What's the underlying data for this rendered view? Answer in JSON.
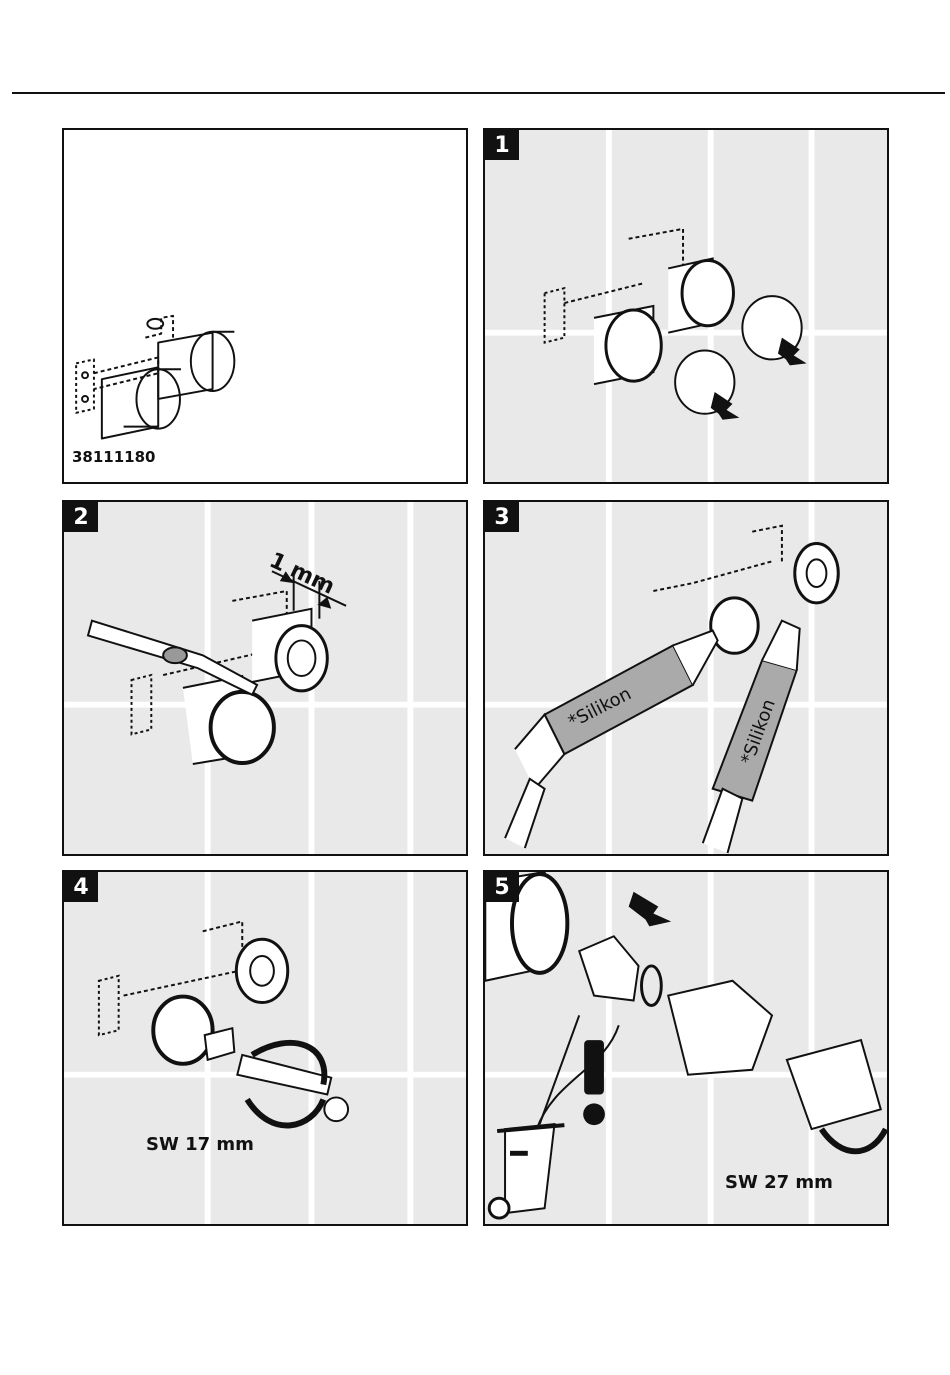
{
  "intro": {
    "part_number": "38111180"
  },
  "steps": [
    {
      "number": "1"
    },
    {
      "number": "2",
      "gap_label": "1 mm"
    },
    {
      "number": "3",
      "cartridge_a": "*Silikon",
      "cartridge_b": "*Silikon"
    },
    {
      "number": "4",
      "wrench_size": "SW 17 mm"
    },
    {
      "number": "5",
      "wrench_size": "SW 27 mm"
    }
  ],
  "colors": {
    "panel_bg": "#e9e9e9",
    "tile_lines": "#ffffff",
    "ink": "#111111"
  }
}
